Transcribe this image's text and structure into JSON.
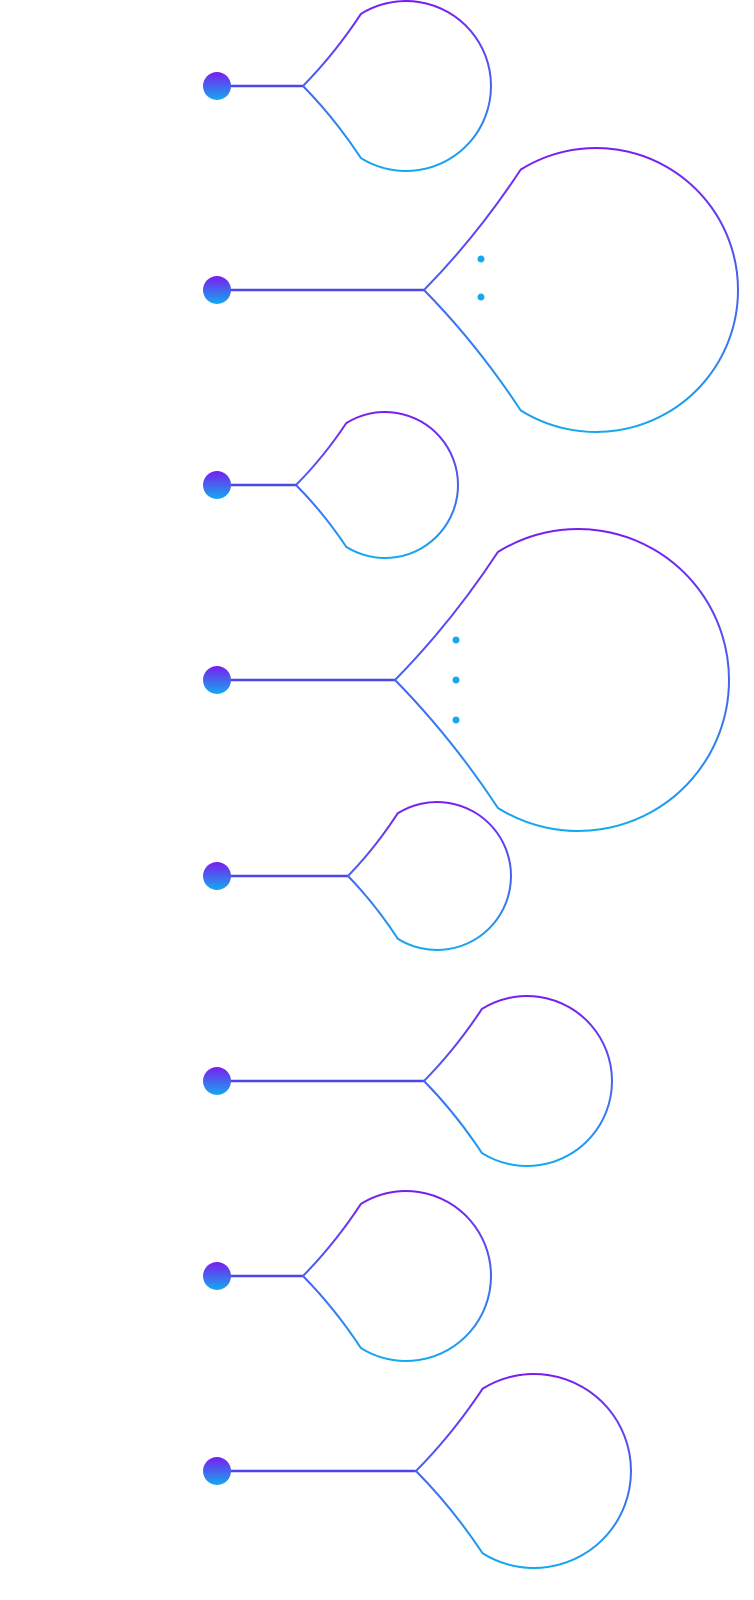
{
  "diagram": {
    "type": "vertical-timeline",
    "colors": {
      "gradient_start": "#7a1cf0",
      "gradient_end": "#13a9ef",
      "connector": "#4a46e8",
      "dot_fill": "#13a9ef"
    },
    "nodes": [
      {
        "bullets": 0
      },
      {
        "bullets": 2
      },
      {
        "bullets": 0
      },
      {
        "bullets": 3
      },
      {
        "bullets": 0
      },
      {
        "bullets": 0
      },
      {
        "bullets": 0
      },
      {
        "bullets": 0
      }
    ]
  }
}
